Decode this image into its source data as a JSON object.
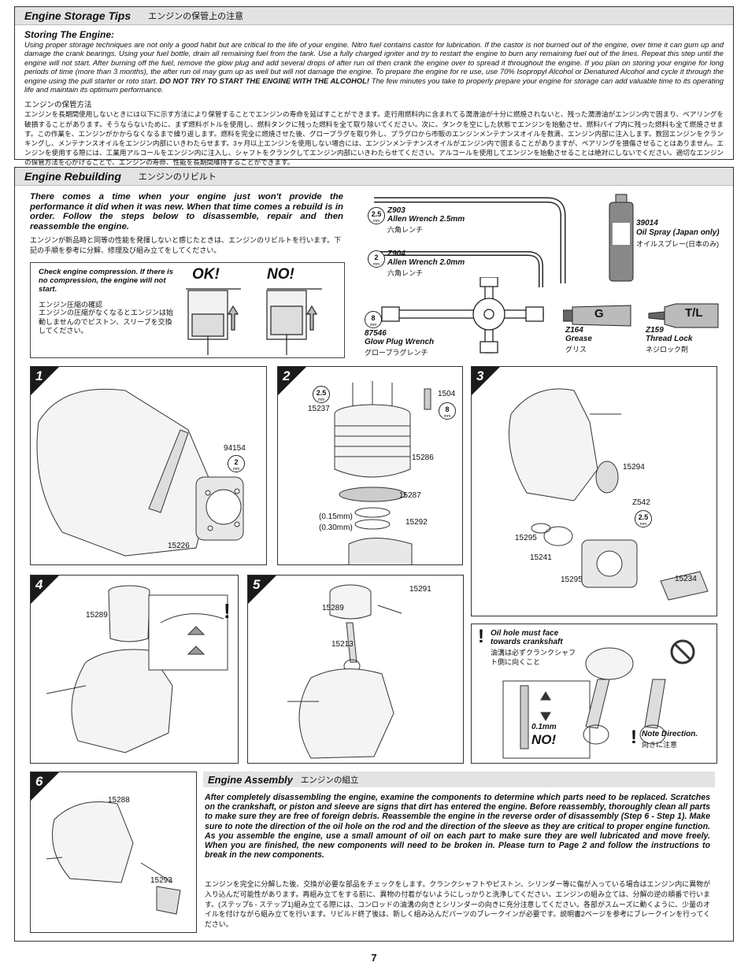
{
  "storage": {
    "title_en": "Engine Storage Tips",
    "title_jp": "エンジンの保管上の注意",
    "subtitle": "Storing The Engine:",
    "body_en": "Using proper storage techniques are not only a good habit but are critical to the life of your engine. Nitro fuel contains castor for lubrication. If the castor is not burned out of the engine, over time it can gum up and damage the crank bearings. Using your fuel bottle, drain all remaining fuel from the tank. Use a fully charged igniter and try to restart the engine to burn any remaining fuel out of the lines. Repeat this step until the engine will not start. After burning off the fuel, remove the glow plug and add several drops of after run oil then crank the engine over to spread it throughout the engine. If you plan on storing your engine for long periods of time (more than 3 months), the after run oil may gum up as well but will not damage the engine. To prepare the engine for re use, use 70% Isopropyl Alcohol or Denatured Alcohol and cycle it through the engine using the pull starter or roto start.",
    "body_en_bold": "DO NOT TRY TO START THE ENGINE WITH THE ALCOHOL!",
    "body_en_tail": "The few minutes you take to properly prepare your engine for storage can add valuable time to its operating life and maintain its optimum performance.",
    "jp_heading": "エンジンの保管方法",
    "body_jp": "エンジンを長期間使用しないときには以下に示す方法により保管することでエンジンの寿命を延ばすことができます。走行用燃料内に含まれてる潤滑油が十分に燃焼されないと、残った潤滑油がエンジン内で固まり、ベアリングを破損することがあります。そうならないために、まず燃料ボトルを使用し、燃料タンクに残った燃料を全て取り除いてください。次に、タンクを空にした状態でエンジンを始動させ、燃料パイプ内に残った燃料も全て燃焼させます。この作業を、エンジンがかからなくなるまで繰り返します。燃料を完全に燃焼させた後、グロープラグを取り外し、プラグロから市販のエンジンメンテナンスオイルを数滴、エンジン内部に注入します。数回エンジンをクランキングし、メンテナンスオイルをエンジン内部にいきわたらせます。3ヶ月以上エンジンを使用しない場合には、エンジンメンテナンスオイルがエンジン内で固まることがありますが、ベアリングを損傷させることはありません。エンジンを使用する際には、工業用アルコールをエンジン内に注入し、シャフトをクランクしてエンジン内部にいきわたらせてください。アルコールを使用してエンジンを始動させることは絶対にしないでください。適切なエンジンの保管方法を心がけることで、エンジンの寿命、性能を長期間維持することができます。"
  },
  "rebuild": {
    "title_en": "Engine Rebuilding",
    "title_jp": "エンジンのリビルト",
    "intro_en": "There comes a time when your engine just won't provide the performance it did when it was new. When that time comes a rebuild is in order. Follow the steps below to disassemble, repair and then reassemble the engine.",
    "intro_jp": "エンジンが新品時と同等の性能を発揮しないと感じたときは、エンジンのリビルトを行います。下記の手順を参考に分解、修理及び組み立てをしてください。",
    "compression_en": "Check engine compression. If there is no compression, the engine will not start.",
    "compression_jp_title": "エンジン圧縮の確認",
    "compression_jp": "エンジンの圧縮がなくなるとエンジンは始動しませんのでピストン、スリーブを交換してください。",
    "ok_label": "OK!",
    "no_label": "NO!",
    "tools": [
      {
        "code": "Z903",
        "name": "Allen Wrench 2.5mm",
        "jp": "六角レンチ",
        "size": "2.5"
      },
      {
        "code": "Z904",
        "name": "Allen Wrench 2.0mm",
        "jp": "六角レンチ",
        "size": "2"
      },
      {
        "code": "87546",
        "name": "Glow Plug Wrench",
        "jp": "グロープラグレンチ",
        "size": "8"
      },
      {
        "code": "39014",
        "name": "Oil Spray (Japan only)",
        "jp": "オイルスプレー(日本のみ)"
      },
      {
        "code": "Z164",
        "name": "Grease",
        "jp": "グリス",
        "tube_label": "G"
      },
      {
        "code": "Z159",
        "name": "Thread Lock",
        "jp": "ネジロック剤",
        "tube_label": "T/L"
      }
    ],
    "mm_unit": "mm"
  },
  "steps": {
    "s1": {
      "num": "1",
      "parts": [
        "94154",
        "15226"
      ],
      "size": "2"
    },
    "s2": {
      "num": "2",
      "parts": [
        "15237",
        "1504",
        "15286",
        "15287",
        "15292"
      ],
      "size_a": "2.5",
      "size_b": "8",
      "shim_a": "(0.15mm)",
      "shim_b": "(0.30mm)"
    },
    "s3": {
      "num": "3",
      "parts": [
        "15294",
        "Z542",
        "15295",
        "15241",
        "15295",
        "15234"
      ],
      "size": "2.5"
    },
    "s4": {
      "num": "4",
      "parts": [
        "15289"
      ],
      "mark": "!"
    },
    "s5": {
      "num": "5",
      "parts": [
        "15291",
        "15289",
        "15213"
      ]
    },
    "oil": {
      "en": "Oil hole must face towards crankshaft",
      "jp": "油溝は必ずクランクシャフト側に向くこと",
      "gap": "0.1mm",
      "no": "NO!",
      "dir_en": "Note Direction.",
      "dir_jp": "向きに注意"
    },
    "s6": {
      "num": "6",
      "parts": [
        "15288",
        "15293"
      ]
    }
  },
  "assembly": {
    "title_en": "Engine Assembly",
    "title_jp": "エンジンの組立",
    "body_en": "After completely disassembling the engine, examine the components to determine which parts need to be replaced. Scratches on the crankshaft, or piston and sleeve are signs that dirt has entered the engine. Before reassembly, thoroughly clean all parts to make sure they are free of foreign debris. Reassemble the engine in the reverse order of disassembly (Step 6 - Step 1). Make sure to note the direction of the oil hole on the rod and the direction of the sleeve as they are critical to proper engine function. As you assemble the engine, use a small amount of oil on each part to make sure they are well lubricated and move freely. When you are finished, the new components will need to be broken in. Please turn to Page 2 and follow the instructions to break in the new components.",
    "body_jp": "エンジンを完全に分解した後、交換が必要な部品をチェックをします。クランクシャフトやピストン、シリンダー等に傷が入っている場合はエンジン内に異物が入り込んだ可能性があります。再組み立てをする前に、異物の付着がないようにしっかりと洗浄してください。エンジンの組み立ては、分解の逆の順番で行います。(ステップ6 - ステップ1)組み立てる際には、コンロッドの油溝の向きとシリンダーの向きに充分注意してください。各部がスムーズに動くように、少量のオイルを付けながら組み立てを行います。リビルド終了後は、新しく組み込んだパーツのブレークインが必要です。説明書2ページを参考にブレークインを行ってください。"
  },
  "page_number": "7"
}
